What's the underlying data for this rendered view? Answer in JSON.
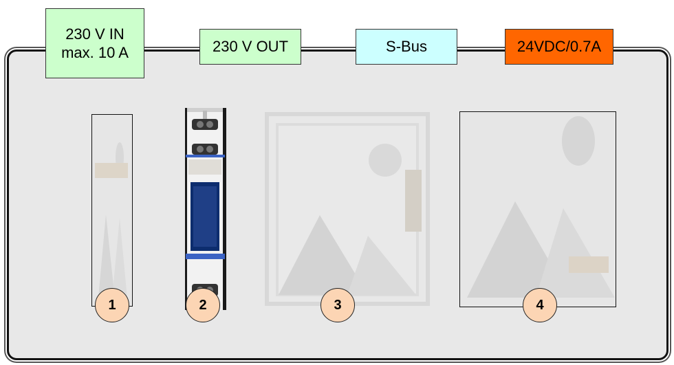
{
  "labels": {
    "power_in": "230 V IN\nmax. 10 A",
    "power_out": "230 V OUT",
    "bus": "S-Bus",
    "dc_supply": "24VDC/0.7A"
  },
  "devices": [
    {
      "number": "1"
    },
    {
      "number": "2"
    },
    {
      "number": "3"
    },
    {
      "number": "4"
    }
  ],
  "colors": {
    "power_label_bg": "#ccffcc",
    "bus_label_bg": "#ccffff",
    "dc_label_bg": "#ff6600",
    "number_badge_bg": "#fcd5b4",
    "panel_bg": "#e8e8e8"
  }
}
